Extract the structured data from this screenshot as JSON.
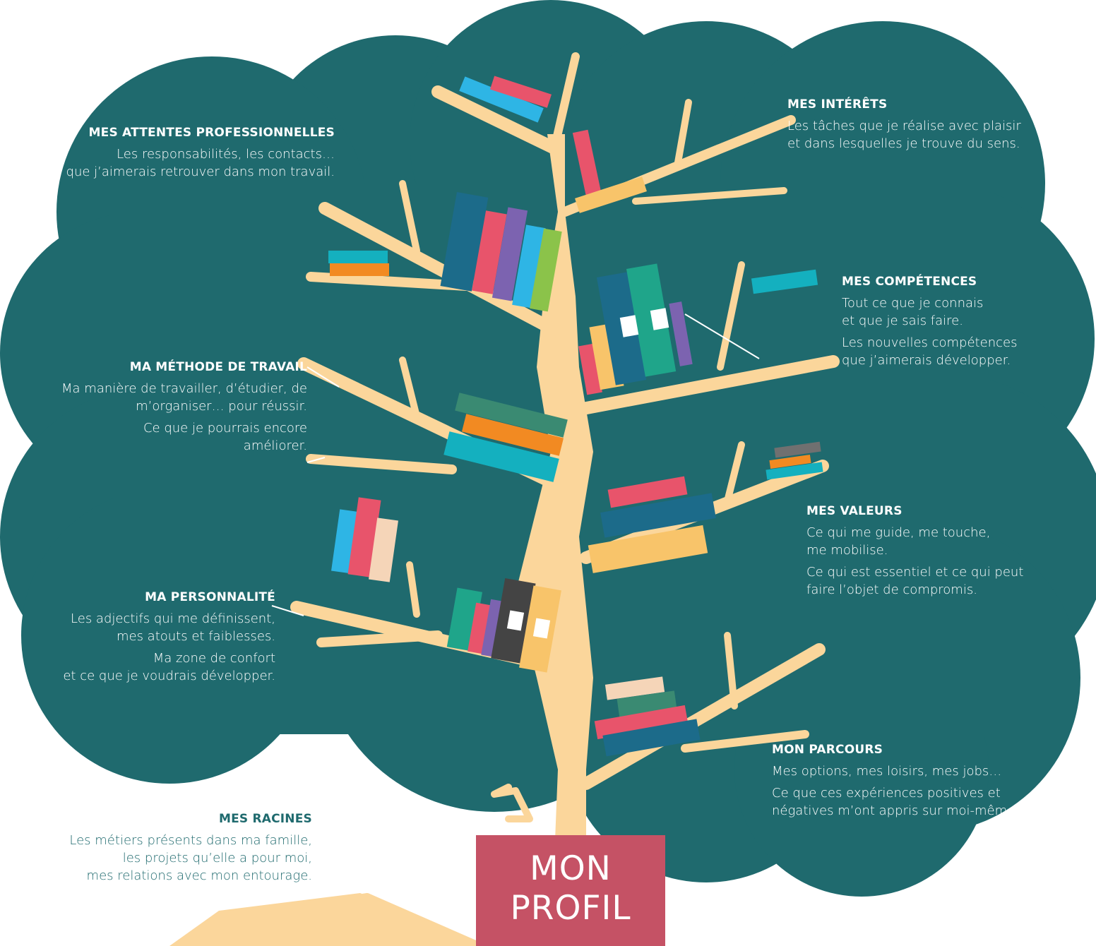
{
  "colors": {
    "cloud": "#1f6a6e",
    "trunk": "#fbd69b",
    "box": "#c55265",
    "text": "#ffffff"
  },
  "sections": {
    "attentes": {
      "title": "MES ATTENTES PROFESSIONNELLES",
      "lines": [
        "Les responsabilités, les contacts…",
        "que j’aimerais retrouver dans mon travail."
      ]
    },
    "interets": {
      "title": "MES INTÉRÊTS",
      "lines": [
        "Les tâches que je réalise avec plaisir",
        "et dans lesquelles je trouve du sens."
      ]
    },
    "competences": {
      "title": "MES COMPÉTENCES",
      "p1": [
        "Tout ce que je connais",
        "et que je sais faire."
      ],
      "p2": [
        "Les nouvelles compétences",
        "que j’aimerais développer."
      ]
    },
    "methode": {
      "title": "MA MÉTHODE DE TRAVAIL",
      "p1": [
        "Ma manière de travailler, d’étudier, de",
        "m’organiser… pour réussir."
      ],
      "p2": [
        "Ce que je pourrais encore",
        "améliorer."
      ]
    },
    "valeurs": {
      "title": "MES VALEURS",
      "p1": [
        "Ce qui me guide, me touche,",
        "me mobilise."
      ],
      "p2": [
        "Ce qui est essentiel et ce qui peut",
        "faire l’objet de compromis."
      ]
    },
    "personnalite": {
      "title": "MA PERSONNALITÉ",
      "p1": [
        "Les adjectifs qui me définissent,",
        "mes atouts et faiblesses."
      ],
      "p2": [
        "Ma zone de confort",
        "et ce que je voudrais développer."
      ]
    },
    "parcours": {
      "title": "MON PARCOURS",
      "p1": [
        "Mes options, mes loisirs, mes jobs…"
      ],
      "p2": [
        "Ce que ces expériences positives et",
        "négatives m’ont appris sur  moi-même."
      ]
    },
    "racines": {
      "title": "MES RACINES",
      "lines": [
        "Les métiers présents dans ma famille,",
        "les projets qu’elle a pour moi,",
        "mes relations avec mon entourage."
      ]
    }
  },
  "box": {
    "line1": "MON",
    "line2": "PROFIL"
  }
}
